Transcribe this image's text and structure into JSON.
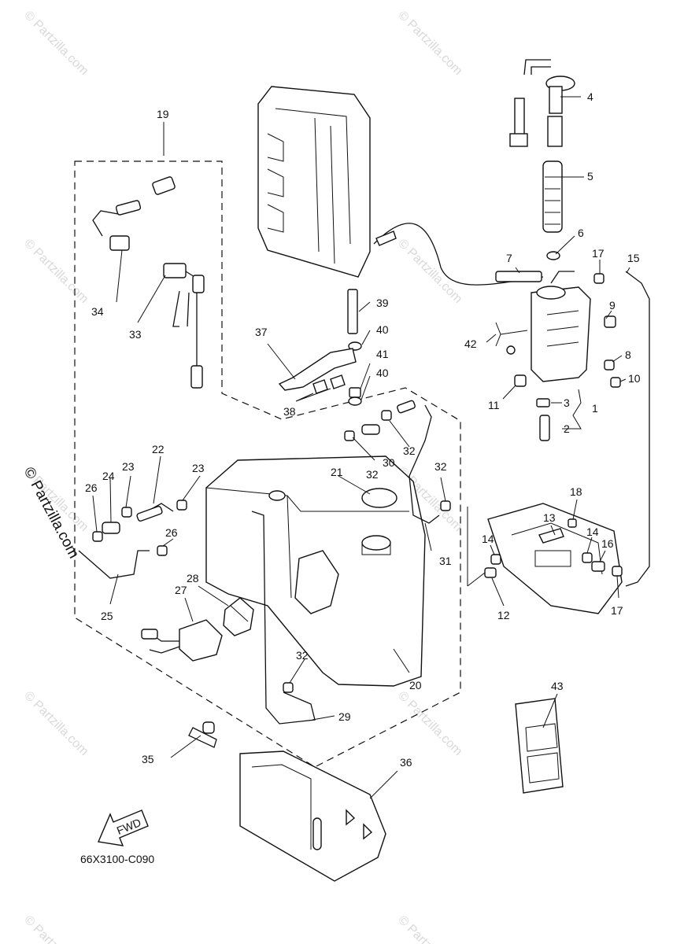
{
  "watermarks": [
    "© Partzilla.com",
    "© Partzilla.com",
    "© Partzilla.com",
    "© Partzilla.com",
    "© Partzilla.com",
    "© Partzilla.com",
    "© Partzilla.com",
    "© Partzilla.com",
    "© Partzilla.com",
    "© Partzilla.com"
  ],
  "side_watermark": "© Partzilla.com",
  "drawing_code": "66X3100-C090",
  "fwd_label": "FWD",
  "callouts": {
    "c1": "1",
    "c2": "2",
    "c3": "3",
    "c4": "4",
    "c5": "5",
    "c6": "6",
    "c7": "7",
    "c8": "8",
    "c9": "9",
    "c10": "10",
    "c11": "11",
    "c12": "12",
    "c13": "13",
    "c14a": "14",
    "c14b": "14",
    "c15": "15",
    "c16": "16",
    "c17a": "17",
    "c17b": "17",
    "c18": "18",
    "c19": "19",
    "c20": "20",
    "c21": "21",
    "c22": "22",
    "c23a": "23",
    "c23b": "23",
    "c24": "24",
    "c25": "25",
    "c26a": "26",
    "c26b": "26",
    "c27": "27",
    "c28": "28",
    "c29": "29",
    "c30": "30",
    "c31": "31",
    "c32a": "32",
    "c32b": "32",
    "c32c": "32",
    "c32d": "32",
    "c33": "33",
    "c34": "34",
    "c35": "35",
    "c36": "36",
    "c37": "37",
    "c38": "38",
    "c39": "39",
    "c40a": "40",
    "c40b": "40",
    "c41": "41",
    "c42": "42",
    "c43": "43"
  }
}
